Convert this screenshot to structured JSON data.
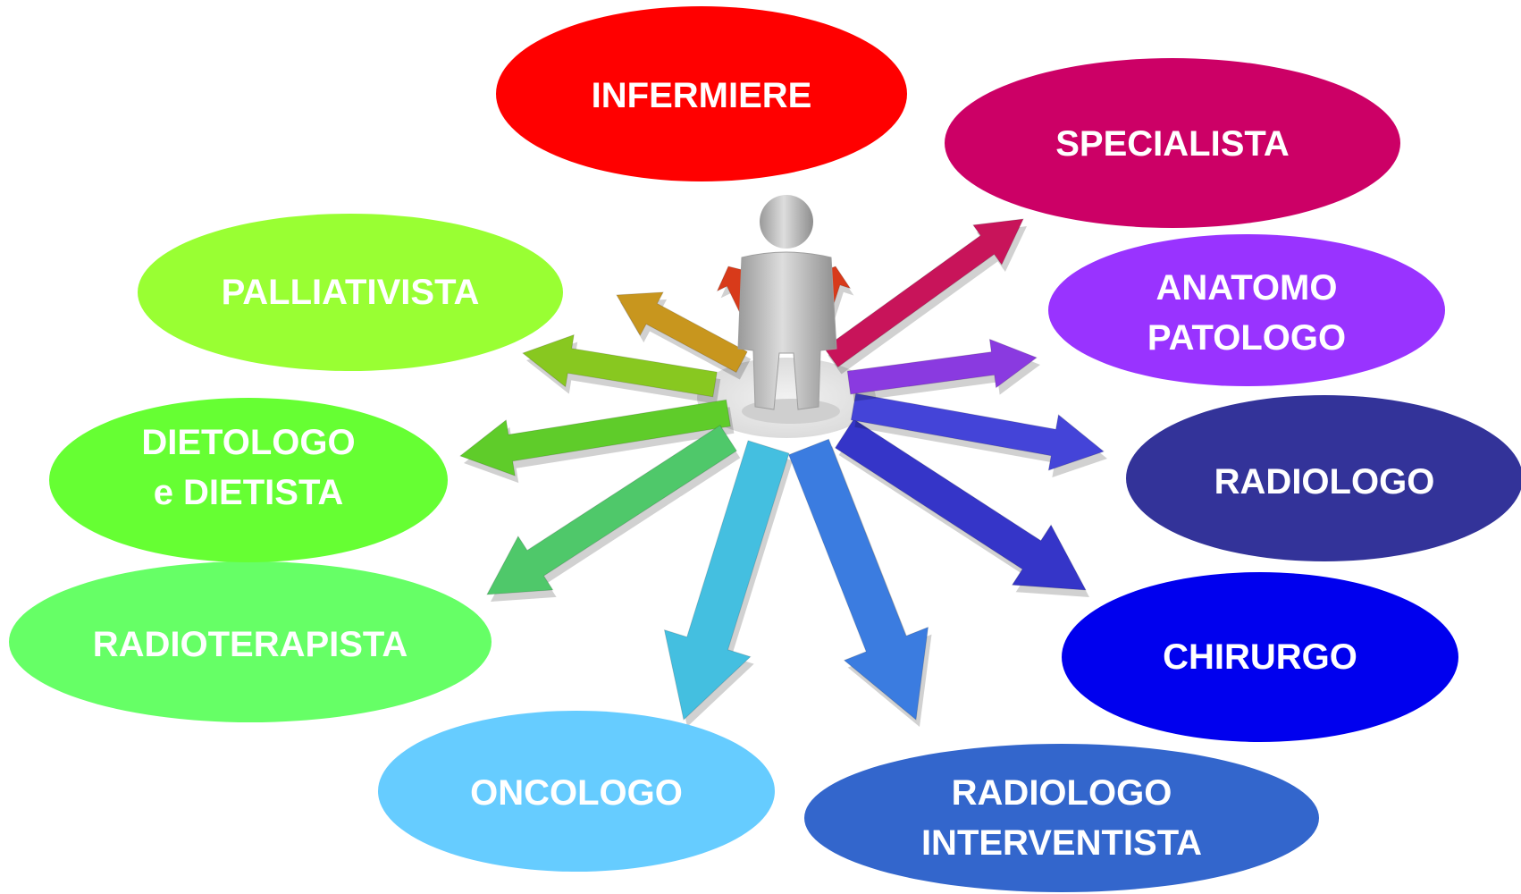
{
  "diagram": {
    "center": "person-figure",
    "nodes": [
      {
        "id": "infermiere",
        "lines": [
          "INFERMIERE"
        ],
        "color": "#FF0000"
      },
      {
        "id": "specialista",
        "lines": [
          "SPECIALISTA"
        ],
        "color": "#CC0066"
      },
      {
        "id": "anatomo-patologo",
        "lines": [
          "ANATOMO",
          "PATOLOGO"
        ],
        "color": "#9933FF"
      },
      {
        "id": "radiologo",
        "lines": [
          "RADIOLOGO"
        ],
        "color": "#333399"
      },
      {
        "id": "chirurgo",
        "lines": [
          "CHIRURGO"
        ],
        "color": "#0000EE"
      },
      {
        "id": "radiologo-interventista",
        "lines": [
          "RADIOLOGO",
          "INTERVENTISTA"
        ],
        "color": "#3366CC"
      },
      {
        "id": "oncologo",
        "lines": [
          "ONCOLOGO"
        ],
        "color": "#66CCFF"
      },
      {
        "id": "radioterapista",
        "lines": [
          "RADIOTERAPISTA"
        ],
        "color": "#66FF66"
      },
      {
        "id": "dietologo-dietista",
        "lines": [
          "DIETOLOGO",
          "e DIETISTA"
        ],
        "color": "#66FF33"
      },
      {
        "id": "palliativista",
        "lines": [
          "PALLIATIVISTA"
        ],
        "color": "#99FF33"
      }
    ],
    "arrow_colors": [
      "#C8961E",
      "#88C820",
      "#5FCC2A",
      "#4FC86A",
      "#44BFE0",
      "#3B7CE0",
      "#3535C8",
      "#4444D8",
      "#8A3AE0",
      "#C8145A",
      "#D83A1A",
      "#D83A1A"
    ],
    "label_color": "#FFFFFF",
    "figure_color": "#BDBDBD"
  }
}
